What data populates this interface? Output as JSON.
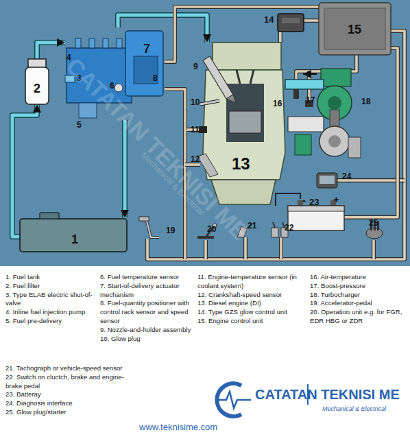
{
  "diagram": {
    "nodes": [
      {
        "text": [
          "1"
        ]
      },
      {
        "text": [
          "2"
        ]
      },
      {
        "text": [
          "7"
        ]
      },
      {
        "text": [
          "13"
        ]
      },
      {
        "text": [
          "14"
        ]
      },
      {
        "text": [
          "15"
        ]
      },
      {
        "text": [
          "23"
        ]
      }
    ],
    "edges": [
      {
        "from": 0,
        "to": 1,
        "arrow": "to"
      },
      {
        "from": 1,
        "to": 2,
        "arrow": "to"
      },
      {
        "from": 2,
        "to": 0,
        "arrow": "to"
      },
      {
        "from": 2,
        "to": 3,
        "arrow": "to"
      },
      {
        "from": 5,
        "to": 4,
        "arrow": "none"
      },
      {
        "from": 5,
        "to": 2,
        "arrow": "none"
      },
      {
        "from": 4,
        "to": 3,
        "arrow": "none"
      },
      {
        "from": 6,
        "to": 5,
        "arrow": "none"
      }
    ],
    "labels": [
      "3",
      "4",
      "5",
      "6",
      "8",
      "9",
      "10",
      "11",
      "12",
      "16",
      "17",
      "18",
      "19",
      "20",
      "21",
      "22",
      "24",
      "25",
      "-",
      "+",
      "CATATAN TEKNISI ME",
      "Mechanical & Electrical",
      "CATATAN TEKNISI ME",
      "Mechanical & Electrical",
      "www.teknisime.com"
    ],
    "legend": [
      {
        "text": "1. Fuel tank"
      },
      {
        "text": "2. Fuel filter"
      },
      {
        "text": "3. Type ELAB electric shut-of-valve"
      },
      {
        "text": "4. Inline fuel injection pump"
      },
      {
        "text": "5. Fuel pre-delivery"
      },
      {
        "text": "6. Fuel temperature sensor"
      },
      {
        "text": "7. Start-of-delivery actuator mechanism"
      },
      {
        "text": "8. Fuel-quantity positioner with control rack sensor and speed sensor"
      },
      {
        "text": "9. Nozzle-and-holder assembly"
      },
      {
        "text": "10. Glow plug"
      },
      {
        "text": "11. Engine-temperature sensor (in coolant system)"
      },
      {
        "text": "12. Crankshaft-speed sensor"
      },
      {
        "text": "13. Diesel engine (DI)"
      },
      {
        "text": "14. Type GZS glow control unit"
      },
      {
        "text": "15. Engine control unit"
      },
      {
        "text": "16. Air-temperature"
      },
      {
        "text": "17. Boost-pressure"
      },
      {
        "text": "18. Turbocharger"
      },
      {
        "text": "19. Accelerator-pedal"
      },
      {
        "text": "20. Operation unit e.g. for FGR, EDR HBG or ZDR"
      },
      {
        "text": "21. Tachograph or vehicle-speed sensor"
      },
      {
        "text": "22. Switch on cluctch, brake and engine-brake pedal"
      },
      {
        "text": "23. Batteray"
      },
      {
        "text": "24. Diagnosis interface"
      },
      {
        "text": "25. Glow plug/starter"
      }
    ]
  }
}
